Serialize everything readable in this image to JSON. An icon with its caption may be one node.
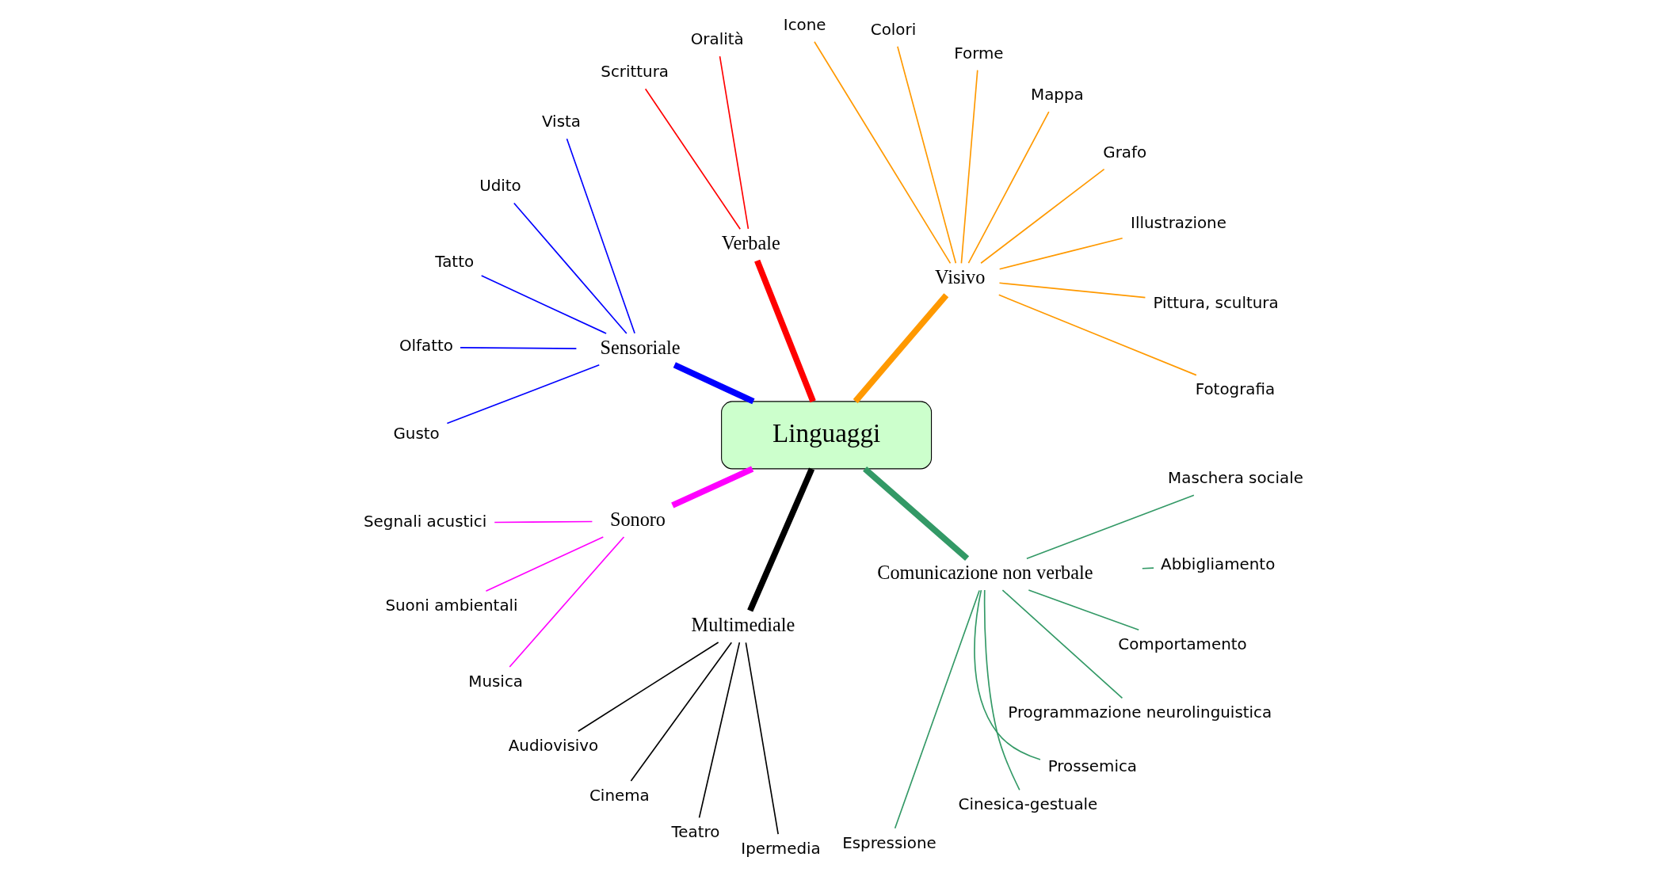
{
  "diagram": {
    "nodes": [
      {
        "text": [
          "Linguaggi"
        ]
      },
      {
        "text": [
          "Visivo"
        ]
      },
      {
        "text": [
          "Fotografia"
        ]
      },
      {
        "text": [
          "Pittura, scultura"
        ]
      },
      {
        "text": [
          "Illustrazione"
        ]
      },
      {
        "text": [
          "Grafo"
        ]
      },
      {
        "text": [
          "Mappa"
        ]
      },
      {
        "text": [
          "Forme"
        ]
      },
      {
        "text": [
          "Colori"
        ]
      },
      {
        "text": [
          "Icone"
        ]
      },
      {
        "text": [
          "Verbale"
        ]
      },
      {
        "text": [
          "Oralità"
        ]
      },
      {
        "text": [
          "Scrittura"
        ]
      },
      {
        "text": [
          "Sensoriale"
        ]
      },
      {
        "text": [
          "Vista"
        ]
      },
      {
        "text": [
          "Udito"
        ]
      },
      {
        "text": [
          "Tatto"
        ]
      },
      {
        "text": [
          "Olfatto"
        ]
      },
      {
        "text": [
          "Gusto"
        ]
      },
      {
        "text": [
          "Sonoro"
        ]
      },
      {
        "text": [
          "Segnali acustici"
        ]
      },
      {
        "text": [
          "Suoni ambientali"
        ]
      },
      {
        "text": [
          "Musica"
        ]
      },
      {
        "text": [
          "Multimediale"
        ]
      },
      {
        "text": [
          "Audiovisivo"
        ]
      },
      {
        "text": [
          "Cinema"
        ]
      },
      {
        "text": [
          "Teatro"
        ]
      },
      {
        "text": [
          "Ipermedia"
        ]
      },
      {
        "text": [
          "Comunicazione non verbale"
        ]
      },
      {
        "text": [
          "Espressione"
        ]
      },
      {
        "text": [
          "Cinesica-gestuale"
        ]
      },
      {
        "text": [
          "Prossemica"
        ]
      },
      {
        "text": [
          "Programmazione neurolinguistica"
        ]
      },
      {
        "text": [
          "Comportamento"
        ]
      },
      {
        "text": [
          "Abbigliamento"
        ]
      },
      {
        "text": [
          "Maschera sociale"
        ]
      }
    ],
    "edges": [
      {
        "from": 0,
        "to": 1,
        "arrow": "none",
        "style": "thick",
        "color": "#ff9900"
      },
      {
        "from": 1,
        "to": 2,
        "arrow": "none",
        "color": "#ff9900"
      },
      {
        "from": 1,
        "to": 3,
        "arrow": "none",
        "color": "#ff9900"
      },
      {
        "from": 1,
        "to": 4,
        "arrow": "none",
        "color": "#ff9900"
      },
      {
        "from": 1,
        "to": 5,
        "arrow": "none",
        "color": "#ff9900"
      },
      {
        "from": 1,
        "to": 6,
        "arrow": "none",
        "color": "#ff9900"
      },
      {
        "from": 1,
        "to": 7,
        "arrow": "none",
        "color": "#ff9900"
      },
      {
        "from": 1,
        "to": 8,
        "arrow": "none",
        "color": "#ff9900"
      },
      {
        "from": 1,
        "to": 9,
        "arrow": "none",
        "color": "#ff9900"
      },
      {
        "from": 0,
        "to": 10,
        "arrow": "none",
        "style": "thick",
        "color": "#ff0000"
      },
      {
        "from": 10,
        "to": 11,
        "arrow": "none",
        "color": "#ff0000"
      },
      {
        "from": 10,
        "to": 12,
        "arrow": "none",
        "color": "#ff0000"
      },
      {
        "from": 0,
        "to": 13,
        "arrow": "none",
        "style": "thick",
        "color": "#0000ff"
      },
      {
        "from": 13,
        "to": 14,
        "arrow": "none",
        "color": "#0000ff"
      },
      {
        "from": 13,
        "to": 15,
        "arrow": "none",
        "color": "#0000ff"
      },
      {
        "from": 13,
        "to": 16,
        "arrow": "none",
        "color": "#0000ff"
      },
      {
        "from": 13,
        "to": 17,
        "arrow": "none",
        "color": "#0000ff"
      },
      {
        "from": 13,
        "to": 18,
        "arrow": "none",
        "color": "#0000ff"
      },
      {
        "from": 0,
        "to": 19,
        "arrow": "none",
        "style": "thick",
        "color": "#ff00ff"
      },
      {
        "from": 19,
        "to": 20,
        "arrow": "none",
        "color": "#ff00ff"
      },
      {
        "from": 19,
        "to": 21,
        "arrow": "none",
        "color": "#ff00ff"
      },
      {
        "from": 19,
        "to": 22,
        "arrow": "none",
        "color": "#ff00ff"
      },
      {
        "from": 0,
        "to": 23,
        "arrow": "none",
        "style": "thick",
        "color": "#000000"
      },
      {
        "from": 23,
        "to": 24,
        "arrow": "none",
        "color": "#000000"
      },
      {
        "from": 23,
        "to": 25,
        "arrow": "none",
        "color": "#000000"
      },
      {
        "from": 23,
        "to": 26,
        "arrow": "none",
        "color": "#000000"
      },
      {
        "from": 23,
        "to": 27,
        "arrow": "none",
        "color": "#000000"
      },
      {
        "from": 0,
        "to": 28,
        "arrow": "none",
        "style": "thick",
        "color": "#339966"
      },
      {
        "from": 28,
        "to": 29,
        "arrow": "none",
        "color": "#339966"
      },
      {
        "from": 28,
        "to": 30,
        "arrow": "none",
        "color": "#339966"
      },
      {
        "from": 28,
        "to": 31,
        "arrow": "none",
        "color": "#339966"
      },
      {
        "from": 28,
        "to": 32,
        "arrow": "none",
        "color": "#339966"
      },
      {
        "from": 28,
        "to": 33,
        "arrow": "none",
        "color": "#339966"
      },
      {
        "from": 28,
        "to": 34,
        "arrow": "none",
        "color": "#339966"
      },
      {
        "from": 28,
        "to": 35,
        "arrow": "none",
        "color": "#339966"
      }
    ]
  }
}
